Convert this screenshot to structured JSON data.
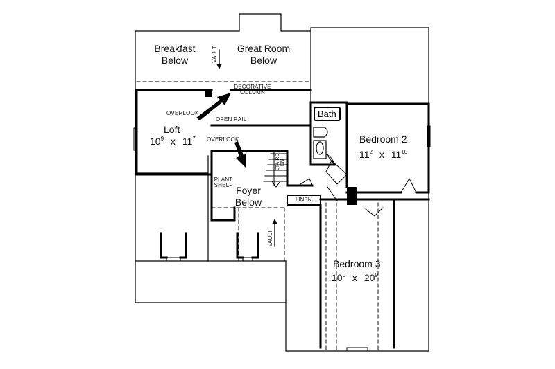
{
  "rooms": {
    "breakfast": {
      "line1": "Breakfast",
      "line2": "Below"
    },
    "great_room": {
      "line1": "Great Room",
      "line2": "Below"
    },
    "loft": {
      "name": "Loft",
      "w_ft": "10",
      "w_in": "9",
      "sep": "x",
      "d_ft": "11",
      "d_in": "7"
    },
    "bath": {
      "name": "Bath"
    },
    "bedroom2": {
      "name": "Bedroom 2",
      "w_ft": "11",
      "w_in": "2",
      "sep": "x",
      "d_ft": "11",
      "d_in": "10"
    },
    "foyer": {
      "line1": "Foyer",
      "line2": "Below"
    },
    "bedroom3": {
      "name": "Bedroom 3",
      "w_ft": "10",
      "w_in": "0",
      "sep": "x",
      "d_ft": "20",
      "d_in": "9"
    }
  },
  "notes": {
    "vault_top": "VAULT",
    "vault_bottom": "VAULT",
    "decorative_line1": "DECORATIVE",
    "decorative_line2": "COLUMN",
    "overlook_left": "OVERLOOK",
    "open_rail": "OPEN RAIL",
    "overlook_center": "OVERLOOK",
    "plant_line1": "PLANT",
    "plant_line2": "SHELF",
    "stairs": "STAIRS",
    "stairs_dn": "DN",
    "linen": "LINEN"
  }
}
